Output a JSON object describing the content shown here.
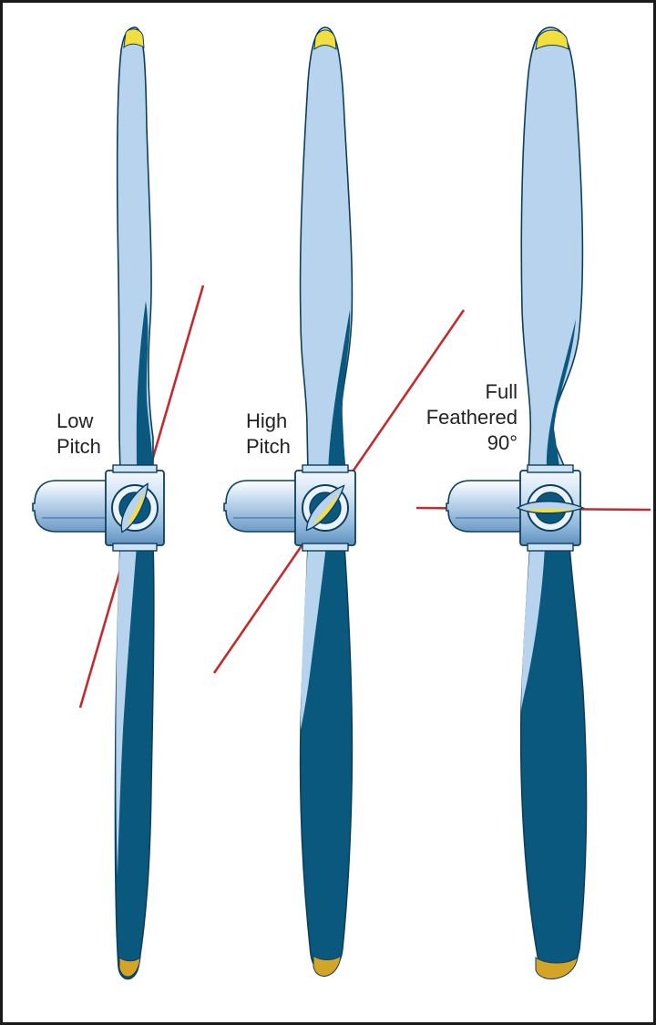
{
  "labels": {
    "low_line1": "Low",
    "low_line2": "Pitch",
    "high_line1": "High",
    "high_line2": "Pitch",
    "feathered_line1": "Full",
    "feathered_line2": "Feathered",
    "feathered_line3": "90°"
  },
  "colors": {
    "blade_light": "#b7d3ee",
    "blade_dark": "#0b587e",
    "outline": "#0d3f5c",
    "tip_yellow": "#f2df3e",
    "tip_gold": "#d4a427",
    "pitch_line": "#c42b2f",
    "hub_light": "#cfe2f3",
    "hub_mid": "#8fb7dc"
  },
  "icons": [
    "propeller-low-pitch-icon",
    "propeller-high-pitch-icon",
    "propeller-feathered-icon"
  ]
}
